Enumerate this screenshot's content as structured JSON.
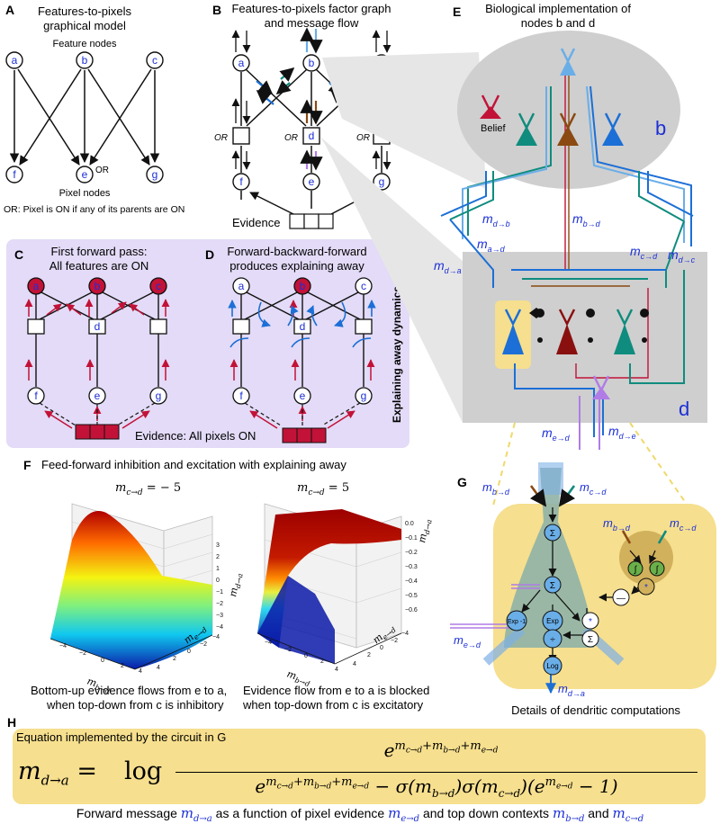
{
  "panels": {
    "A": {
      "letter": "A",
      "title_1": "Features-to-pixels",
      "title_2": "graphical model",
      "feature_label": "Feature nodes",
      "pixel_label": "Pixel nodes",
      "or_label": "OR",
      "note": "OR: Pixel is ON if any of its parents are ON",
      "features": [
        "a",
        "b",
        "c"
      ],
      "pixels": [
        "f",
        "e",
        "g"
      ]
    },
    "B": {
      "letter": "B",
      "title_1": "Features-to-pixels factor graph",
      "title_2": "and message flow",
      "factor_or": "OR",
      "factor_d": "d",
      "evidence": "Evidence"
    },
    "C": {
      "letter": "C",
      "title_1": "First forward pass:",
      "title_2": "All features are ON"
    },
    "D": {
      "letter": "D",
      "title_1": "Forward-backward-forward",
      "title_2": "produces explaining away",
      "side_label": "Explaining away dynamics",
      "evidence_note": "Evidence: All pixels ON"
    },
    "E": {
      "letter": "E",
      "title_1": "Biological implementation of",
      "title_2": "nodes b and d",
      "belief": "Belief",
      "node_b": "b",
      "node_d": "d",
      "messages": {
        "m_a_d": "m",
        "sub_a_d": "a→d",
        "m_d_b": "m",
        "sub_d_b": "d→b",
        "m_b_d": "m",
        "sub_b_d": "b→d",
        "m_d_a": "m",
        "sub_d_a": "d→a",
        "m_c_d": "m",
        "sub_c_d": "c→d",
        "m_d_c": "m",
        "sub_d_c": "d→c",
        "m_e_d": "m",
        "sub_e_d": "e→d",
        "m_d_e": "m",
        "sub_d_e": "d→e"
      }
    },
    "F": {
      "letter": "F",
      "title": "Feed-forward inhibition and excitation with explaining away",
      "left_title": "m",
      "left_title_sub": "c→d",
      "left_title_val": " = − 5",
      "right_title": "m",
      "right_title_sub": "c→d",
      "right_title_val": " = 5",
      "left_caption_1": "Bottom-up evidence flows from e to a,",
      "left_caption_2": "when top-down from c is inhibitory",
      "right_caption_1": "Evidence flow from e to a is blocked",
      "right_caption_2": "when top-down from c is excitatory",
      "left_z_ticks": [
        "3",
        "2",
        "1",
        "0",
        "−1",
        "−2",
        "−3",
        "−4"
      ],
      "right_z_ticks": [
        "0.0",
        "−0.1",
        "−0.2",
        "−0.3",
        "−0.4",
        "−0.5",
        "−0.6"
      ],
      "x_ticks": [
        "−4",
        "−2",
        "0",
        "2",
        "4"
      ],
      "y_ticks": [
        "4",
        "2",
        "0",
        "−2",
        "−4"
      ],
      "x_axis": "m",
      "x_axis_sub": "b→d",
      "y_axis": "m",
      "y_axis_sub": "e→d",
      "z_axis": "m",
      "z_axis_sub": "d→a"
    },
    "G": {
      "letter": "G",
      "caption": "Details of dendritic computations",
      "ops": {
        "sum": "Σ",
        "exp": "Exp",
        "exp_minus": "Exp -1",
        "mult": "*",
        "div": "÷",
        "log": "Log",
        "minus": "—",
        "sigmoid": "∫"
      },
      "msgs": [
        "m",
        "b→d",
        "c→d",
        "e→d",
        "d→a"
      ]
    },
    "H": {
      "letter": "H",
      "caption": "Equation implemented by the circuit in G",
      "lhs": "m",
      "lhs_sub": "d→a",
      "log": "log",
      "footer_1": "Forward message",
      "footer_2": "as a function of pixel evidence",
      "footer_3": "and top down contexts",
      "footer_4": "and"
    }
  },
  "colors": {
    "blue": "#1c2fd6",
    "dark": "#111",
    "red": "#c21238",
    "purple_bg": "#e3dbf7",
    "gray_bg": "#d3d3d3",
    "yellow_bg": "#f6df8e",
    "brown": "#8a4a12",
    "teal": "#0f8c7e",
    "lightblue": "#6aaee8"
  }
}
